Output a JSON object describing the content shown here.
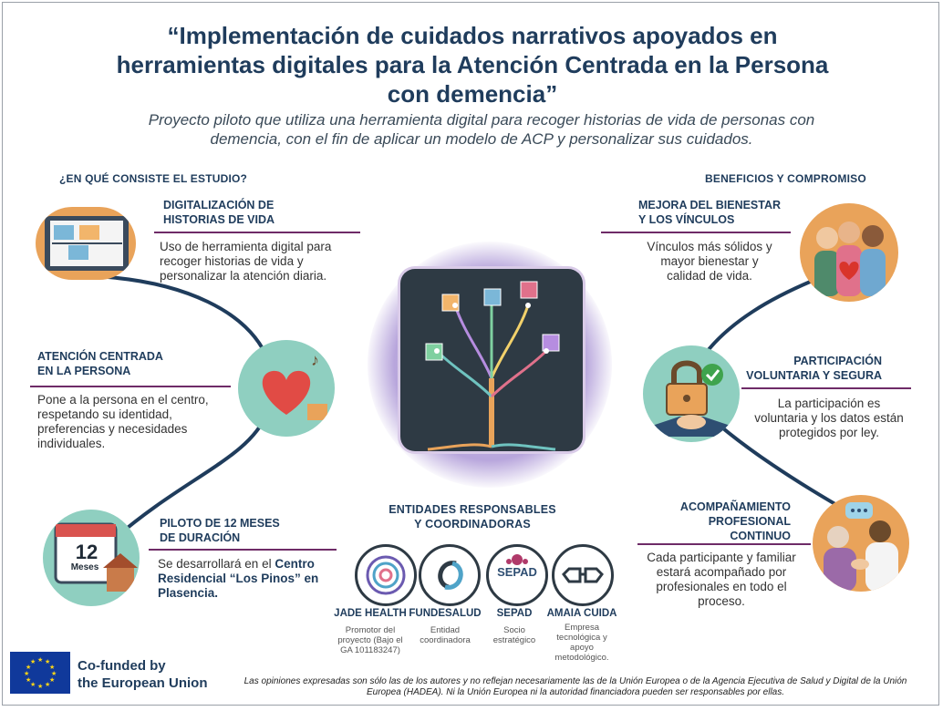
{
  "header": {
    "title_line1": "“Implementación de cuidados narrativos apoyados en",
    "title_line2": "herramientas digitales para la Atención Centrada en la Persona",
    "title_line3": "con demencia”",
    "subtitle_line1": "Proyecto piloto que utiliza una herramienta digital para recoger historias de vida de personas con",
    "subtitle_line2": "demencia, con el fin de aplicar un modelo de ACP y personalizar sus cuidados."
  },
  "left": {
    "heading": "¿EN QUÉ CONSISTE EL ESTUDIO?",
    "blocks": [
      {
        "title1": "DIGITALIZACIÓN DE",
        "title2": "HISTORIAS DE VIDA",
        "text": [
          "Uso de herramienta digital para",
          "recoger historias de vida y",
          "personalizar la atención diaria."
        ]
      },
      {
        "title1": "ATENCIÓN CENTRADA",
        "title2": "EN LA PERSONA",
        "text": [
          "Pone a la persona en el centro,",
          "respetando su identidad,",
          "preferencias y necesidades",
          "individuales."
        ]
      },
      {
        "title1": "PILOTO DE 12 MESES",
        "title2": "DE DURACIÓN",
        "text_a": "Se desarrollará en el ",
        "text_b": "Centro",
        "text_c": "Residencial “Los Pinos” en",
        "text_d": "Plasencia."
      }
    ],
    "calendar_number": "12",
    "calendar_label": "Meses"
  },
  "right": {
    "heading": "BENEFICIOS Y COMPROMISO",
    "blocks": [
      {
        "title1": "MEJORA DEL BIENESTAR",
        "title2": "Y LOS VÍNCULOS",
        "text": [
          "Vínculos más sólidos y",
          "mayor bienestar y",
          "calidad de vida."
        ]
      },
      {
        "title1": "PARTICIPACIÓN",
        "title2": "VOLUNTARIA Y SEGURA",
        "text": [
          "La participación es",
          "voluntaria y los datos están",
          "protegidos por ley."
        ]
      },
      {
        "title1": "ACOMPAÑAMIENTO",
        "title2": "PROFESIONAL",
        "title3": "CONTINUO",
        "text": [
          "Cada participante y familiar",
          "estará acompañado por",
          "profesionales en todo el",
          "proceso."
        ]
      }
    ]
  },
  "entities": {
    "heading1": "ENTIDADES RESPONSABLES",
    "heading2": "Y COORDINADORAS",
    "items": [
      {
        "name": "JADE HEALTH",
        "role": [
          "Promotor del",
          "proyecto (Bajo el",
          "GA 101183247)"
        ]
      },
      {
        "name": "FUNDESALUD",
        "role": [
          "Entidad",
          "coordinadora"
        ]
      },
      {
        "name": "SEPAD",
        "role": [
          "Socio",
          "estratégico"
        ]
      },
      {
        "name": "AMAIA CUIDA",
        "role": [
          "Empresa",
          "tecnológica y",
          "apoyo",
          "metodológico."
        ]
      }
    ],
    "sepad_logo_text": "SEPAD"
  },
  "footer": {
    "eu_line1": "Co-funded by",
    "eu_line2": "the European Union",
    "disclaimer1": "Las opiniones expresadas son sólo las de los autores y no reflejan necesariamente las de la Unión Europea o de la Agencia Ejecutiva de Salud y Digital de la Unión",
    "disclaimer2": "Europea (HADEA). Ni la Unión Europea ni la autoridad financiadora pueden ser responsables por ellas."
  },
  "colors": {
    "navy": "#1f3c5c",
    "accent_rule": "#6e2b67",
    "eu_blue": "#10399b",
    "eu_yellow": "#ffd617"
  }
}
